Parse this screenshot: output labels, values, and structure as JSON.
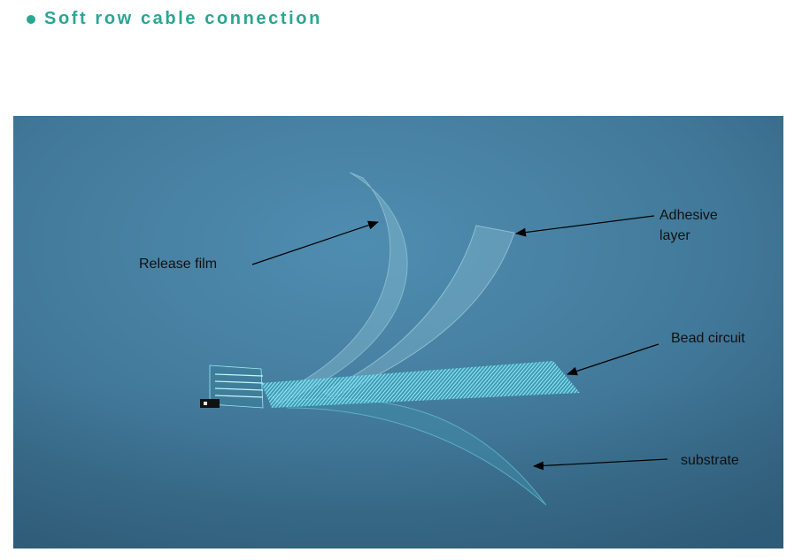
{
  "header": {
    "title": "Soft row cable connection"
  },
  "diagram": {
    "labels": {
      "release_film": "Release film",
      "adhesive_line1": "Adhesive",
      "adhesive_line2": "layer",
      "bead_circuit": "Bead circuit",
      "substrate": "substrate"
    },
    "colors": {
      "title": "#2aa693",
      "background": "#4a86a8",
      "traces": "#5ee6ee"
    }
  }
}
